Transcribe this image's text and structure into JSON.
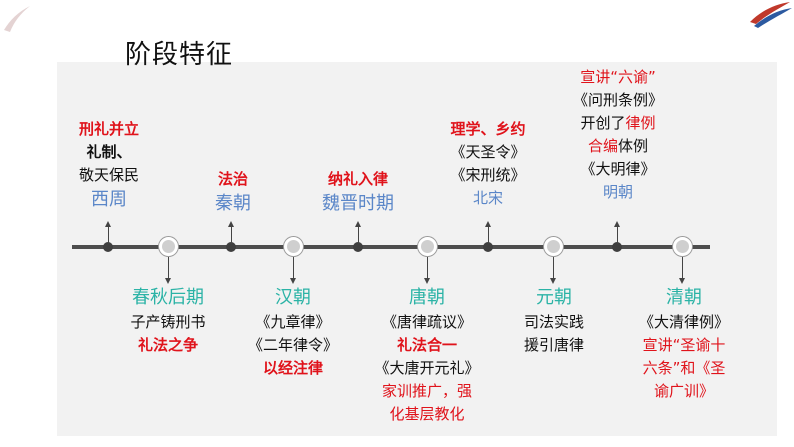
{
  "title": "阶段特征",
  "top": [
    {
      "key": "xizhou",
      "lines": [
        "刑礼并立",
        "礼制、",
        "敬天保民"
      ],
      "era": "西周"
    },
    {
      "key": "qin",
      "lines": [
        "法治"
      ],
      "era": "秦朝"
    },
    {
      "key": "weijin",
      "lines": [
        "纳礼入律"
      ],
      "era": "魏晋时期"
    },
    {
      "key": "beisong",
      "lines": [
        "理学、乡约",
        "《天圣令》",
        "《宋刑统》"
      ],
      "era": "北宋"
    },
    {
      "key": "ming",
      "lines": [
        "宣讲“六谕”",
        "《问刑条例》",
        "开创了律例",
        "合编体例",
        "《大明律》"
      ],
      "line3_pre": "开创了",
      "line3_red": "律例",
      "line4_red": "合编",
      "line4_post": "体例",
      "era": "明朝"
    }
  ],
  "bottom": [
    {
      "key": "chunqiu",
      "era": "春秋后期",
      "lines": [
        "子产铸刑书",
        "礼法之争"
      ]
    },
    {
      "key": "han",
      "era": "汉朝",
      "lines": [
        "《九章律》",
        "《二年律令》",
        "以经注律"
      ]
    },
    {
      "key": "tang",
      "era": "唐朝",
      "lines": [
        "《唐律疏议》",
        "礼法合一",
        "《大唐开元礼》",
        "家训推广，强",
        "化基层教化"
      ]
    },
    {
      "key": "yuan",
      "era": "元朝",
      "lines": [
        "司法实践",
        "援引唐律"
      ]
    },
    {
      "key": "qing",
      "era": "清朝",
      "lines": [
        "《大清律例》",
        "宣讲“圣谕十",
        "六条”和《圣",
        "谕广训》"
      ]
    }
  ],
  "colors": {
    "red": "#e0131b",
    "blue": "#5a86c8",
    "green": "#2bb3a6",
    "axis": "#4d4d4d"
  }
}
